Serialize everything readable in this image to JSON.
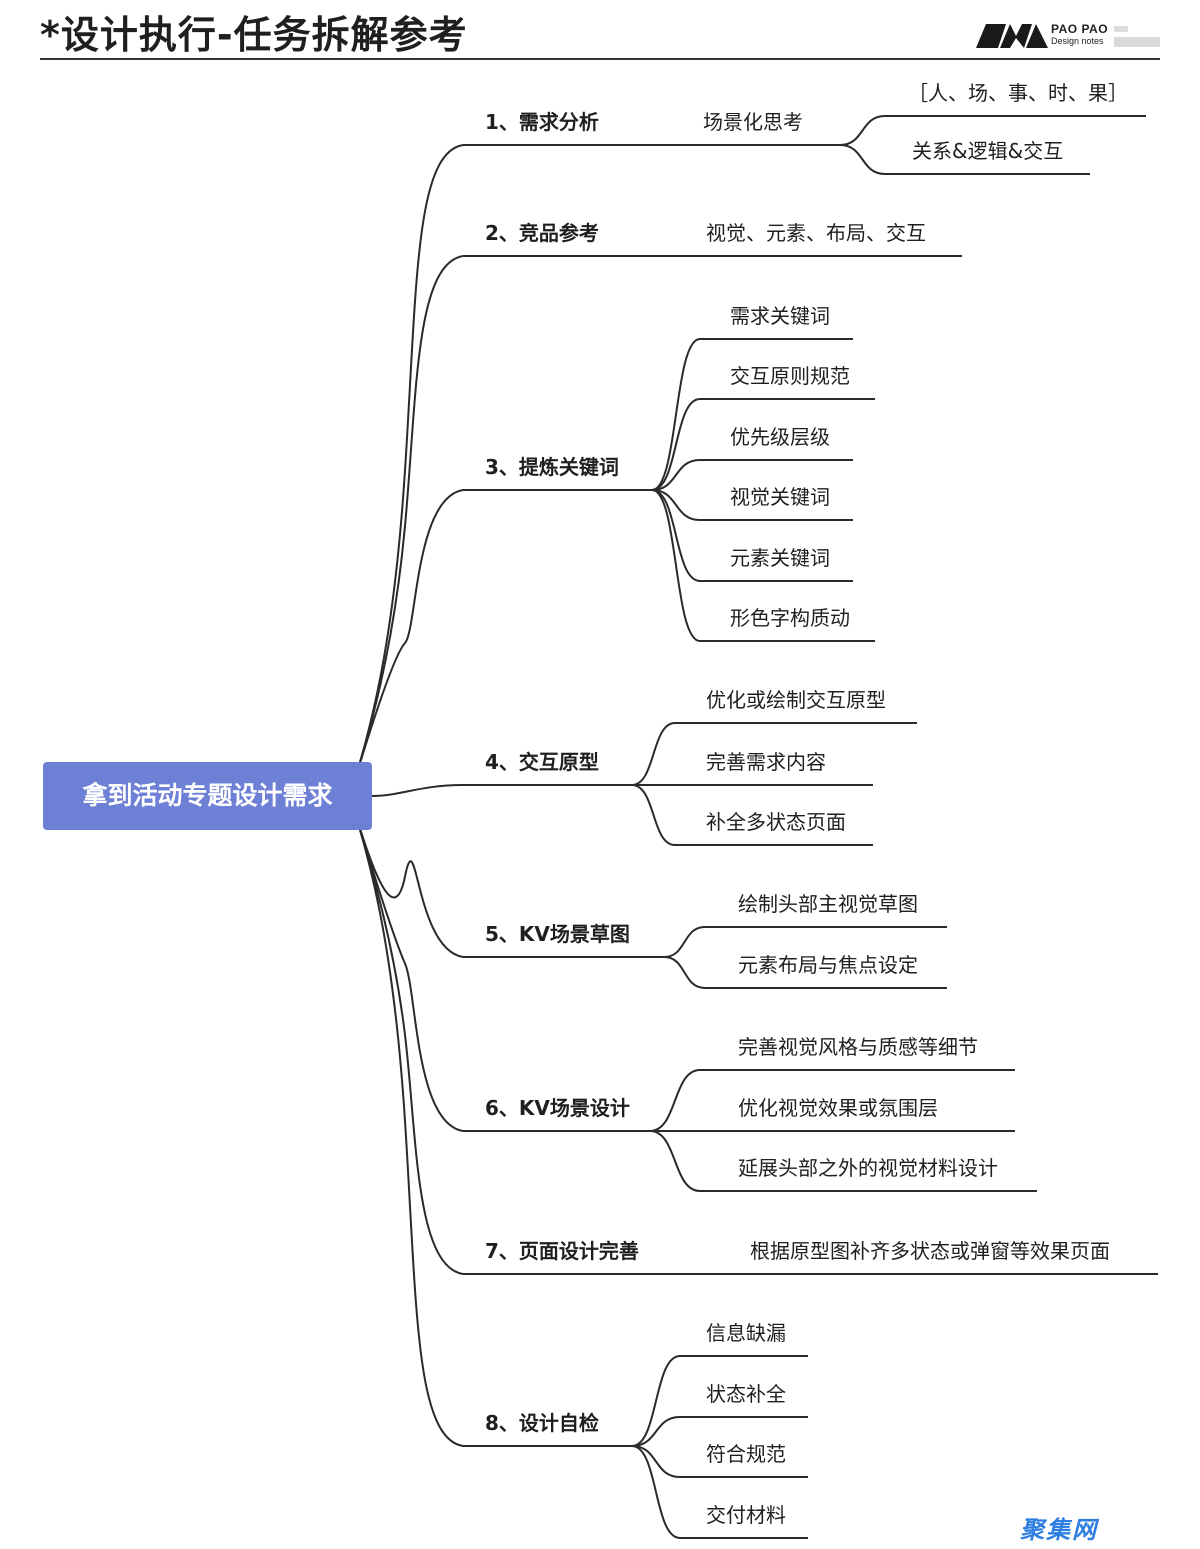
{
  "title": "*设计执行-任务拆解参考",
  "logo": {
    "name": "PAO PAO",
    "subtitle": "Design notes"
  },
  "root": {
    "label": "拿到活动专题设计需求",
    "color": "#6e80d6"
  },
  "branches": [
    {
      "label": "1、需求分析",
      "children": [
        {
          "label": "场景化思考",
          "children": [
            {
              "label": "［人、场、事、时、果］"
            },
            {
              "label": "关系&逻辑&交互"
            }
          ]
        }
      ]
    },
    {
      "label": "2、竞品参考",
      "children": [
        {
          "label": "视觉、元素、布局、交互"
        }
      ]
    },
    {
      "label": "3、提炼关键词",
      "children": [
        {
          "label": "需求关键词"
        },
        {
          "label": "交互原则规范"
        },
        {
          "label": "优先级层级"
        },
        {
          "label": "视觉关键词"
        },
        {
          "label": "元素关键词"
        },
        {
          "label": "形色字构质动"
        }
      ]
    },
    {
      "label": "4、交互原型",
      "children": [
        {
          "label": "优化或绘制交互原型"
        },
        {
          "label": "完善需求内容"
        },
        {
          "label": "补全多状态页面"
        }
      ]
    },
    {
      "label": "5、KV场景草图",
      "children": [
        {
          "label": "绘制头部主视觉草图"
        },
        {
          "label": "元素布局与焦点设定"
        }
      ]
    },
    {
      "label": "6、KV场景设计",
      "children": [
        {
          "label": "完善视觉风格与质感等细节"
        },
        {
          "label": "优化视觉效果或氛围层"
        },
        {
          "label": "延展头部之外的视觉材料设计"
        }
      ]
    },
    {
      "label": "7、页面设计完善",
      "children": [
        {
          "label": "根据原型图补齐多状态或弹窗等效果页面"
        }
      ]
    },
    {
      "label": "8、设计自检",
      "children": [
        {
          "label": "信息缺漏"
        },
        {
          "label": "状态补全"
        },
        {
          "label": "符合规范"
        },
        {
          "label": "交付材料"
        }
      ]
    }
  ],
  "watermark": "聚集网"
}
